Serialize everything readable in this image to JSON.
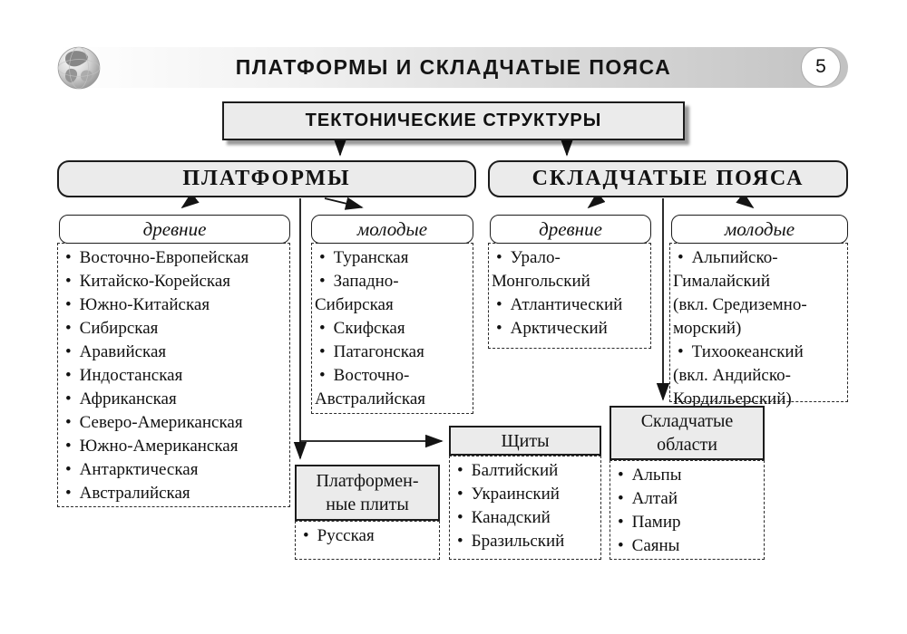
{
  "page": {
    "title": "ПЛАТФОРМЫ И СКЛАДЧАТЫЕ ПОЯСА",
    "number": "5"
  },
  "icons": {
    "bullet": "•"
  },
  "root": {
    "label": "ТЕКТОНИЧЕСКИЕ СТРУКТУРЫ"
  },
  "platforms": {
    "label": "ПЛАТФОРМЫ",
    "ancient": {
      "label": "древние",
      "items": [
        "Восточно-Европейская",
        "Китайско-Корейская",
        "Южно-Китайская",
        "Сибирская",
        "Аравийская",
        "Индостанская",
        "Африканская",
        "Северо-Американская",
        "Южно-Американская",
        "Антарктическая",
        "Австралийская"
      ]
    },
    "young": {
      "label": "молодые",
      "items": [
        "Туранская",
        "Западно-\nСибирская",
        "Скифская",
        "Патагонская",
        "Восточно-\nАвстралийская"
      ]
    }
  },
  "fold_belts": {
    "label": "СКЛАДЧАТЫЕ ПОЯСА",
    "ancient": {
      "label": "древние",
      "items": [
        "Урало-\nМонгольский",
        "Атлантический",
        "Арктический"
      ]
    },
    "young": {
      "label": "молодые",
      "items": [
        "Альпийско-\nГималайский\n(вкл. Средиземно-\nморский)",
        "Тихоокеанский\n(вкл. Андийско-\nКордильерский)"
      ]
    }
  },
  "shields": {
    "label": "Щиты",
    "items": [
      "Балтийский",
      "Украинский",
      "Канадский",
      "Бразильский"
    ]
  },
  "platform_plates": {
    "label": "Платформен-\nные плиты",
    "items": [
      "Русская"
    ]
  },
  "fold_regions": {
    "label": "Складчатые\nобласти",
    "items": [
      "Альпы",
      "Алтай",
      "Памир",
      "Саяны"
    ]
  },
  "colors": {
    "box_fill": "#ebebeb",
    "border": "#1c1c1c",
    "bar_start": "#ffffff",
    "bar_end": "#c2c2c2"
  }
}
